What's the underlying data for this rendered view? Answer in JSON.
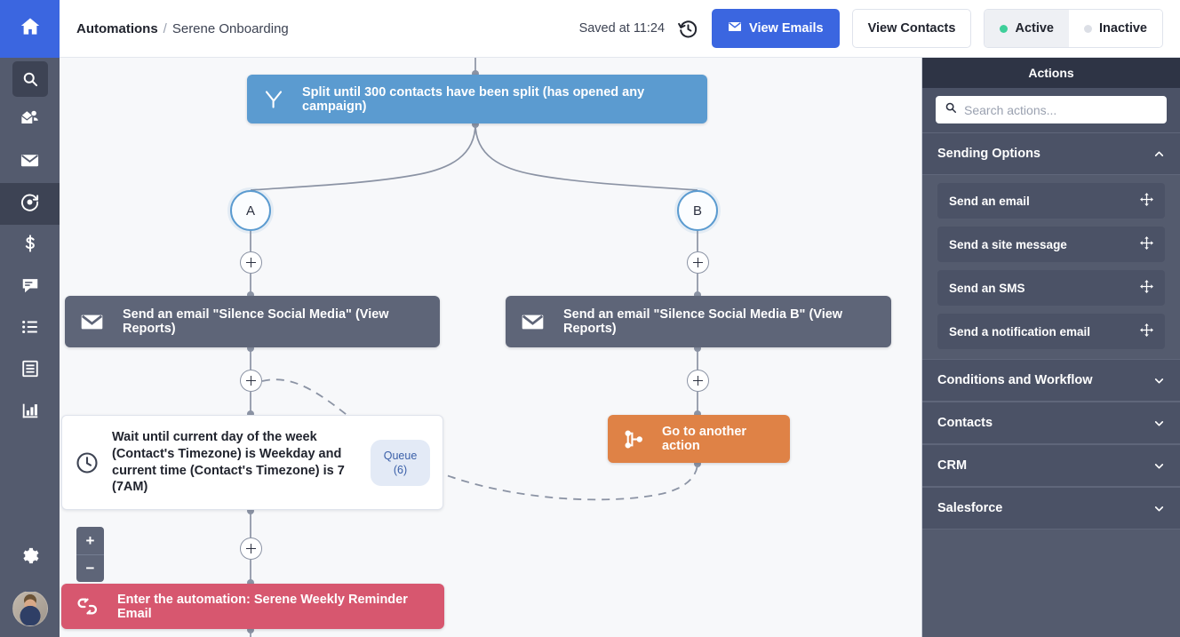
{
  "header": {
    "breadcrumb_root": "Automations",
    "breadcrumb_sep": "/",
    "breadcrumb_current": "Serene Onboarding",
    "saved_status": "Saved at 11:24",
    "history_icon": "history-clock-icon",
    "view_emails_label": "View Emails",
    "view_emails_icon": "envelope-icon",
    "view_contacts_label": "View Contacts",
    "status_active_label": "Active",
    "status_inactive_label": "Inactive",
    "status_selected": "Active",
    "accent_primary": "#3b66e0",
    "active_dot_color": "#3ecf9a",
    "inactive_dot_color": "#d8dbe2"
  },
  "leftnav": {
    "home_icon": "home-icon",
    "items": [
      {
        "icon": "search-icon",
        "name": "search",
        "selected": true
      },
      {
        "icon": "contacts-icon",
        "name": "contacts",
        "selected": false
      },
      {
        "icon": "envelope-icon",
        "name": "campaigns",
        "selected": false
      },
      {
        "icon": "automations-gear-icon",
        "name": "automations",
        "selected": false
      },
      {
        "icon": "dollar-icon",
        "name": "deals",
        "selected": false
      },
      {
        "icon": "conversations-icon",
        "name": "conversations",
        "selected": false
      },
      {
        "icon": "list-icon",
        "name": "lists",
        "selected": false
      },
      {
        "icon": "forms-icon",
        "name": "forms",
        "selected": false
      },
      {
        "icon": "bar-chart-icon",
        "name": "reports",
        "selected": false
      }
    ],
    "settings_icon": "gear-icon",
    "avatar_name": "user-avatar"
  },
  "canvas": {
    "zoom_in_label": "+",
    "zoom_out_label": "−",
    "add_step_label": "+",
    "nodes": {
      "split": {
        "label": "Split until 300 contacts have been split (has opened any campaign)",
        "icon": "split-fork-icon",
        "color": "#5b9bd0"
      },
      "branch_a": {
        "label": "A"
      },
      "branch_b": {
        "label": "B"
      },
      "email_a": {
        "label": "Send an email \"Silence Social Media\" (View Reports)",
        "icon": "envelope-icon",
        "color": "#5e6578"
      },
      "email_b": {
        "label": "Send an email \"Silence Social Media B\" (View Reports)",
        "icon": "envelope-icon",
        "color": "#5e6578"
      },
      "wait": {
        "label": "Wait until current day of the week (Contact's Timezone) is Weekday and current time (Contact's Timezone) is 7 (7AM)",
        "icon": "clock-icon",
        "queue_label": "Queue",
        "queue_count": "(6)",
        "color": "#ffffff"
      },
      "goto": {
        "label": "Go to another action",
        "icon": "goto-branch-icon",
        "color": "#df8246"
      },
      "enter": {
        "label": "Enter the automation: Serene Weekly Reminder Email",
        "icon": "automation-arrows-icon",
        "color": "#d7576f"
      }
    }
  },
  "actions_panel": {
    "title": "Actions",
    "search_placeholder": "Search actions...",
    "search_value": "",
    "search_icon": "search-icon",
    "sections": [
      {
        "label": "Sending Options",
        "expanded": true,
        "chevron": "chevron-up-icon",
        "items": [
          {
            "label": "Send an email",
            "drag_icon": "drag-move-icon"
          },
          {
            "label": "Send a site message",
            "drag_icon": "drag-move-icon"
          },
          {
            "label": "Send an SMS",
            "drag_icon": "drag-move-icon"
          },
          {
            "label": "Send a notification email",
            "drag_icon": "drag-move-icon"
          }
        ]
      },
      {
        "label": "Conditions and Workflow",
        "expanded": false,
        "chevron": "chevron-down-icon",
        "items": []
      },
      {
        "label": "Contacts",
        "expanded": false,
        "chevron": "chevron-down-icon",
        "items": []
      },
      {
        "label": "CRM",
        "expanded": false,
        "chevron": "chevron-down-icon",
        "items": []
      },
      {
        "label": "Salesforce",
        "expanded": false,
        "chevron": "chevron-down-icon",
        "items": []
      }
    ]
  }
}
